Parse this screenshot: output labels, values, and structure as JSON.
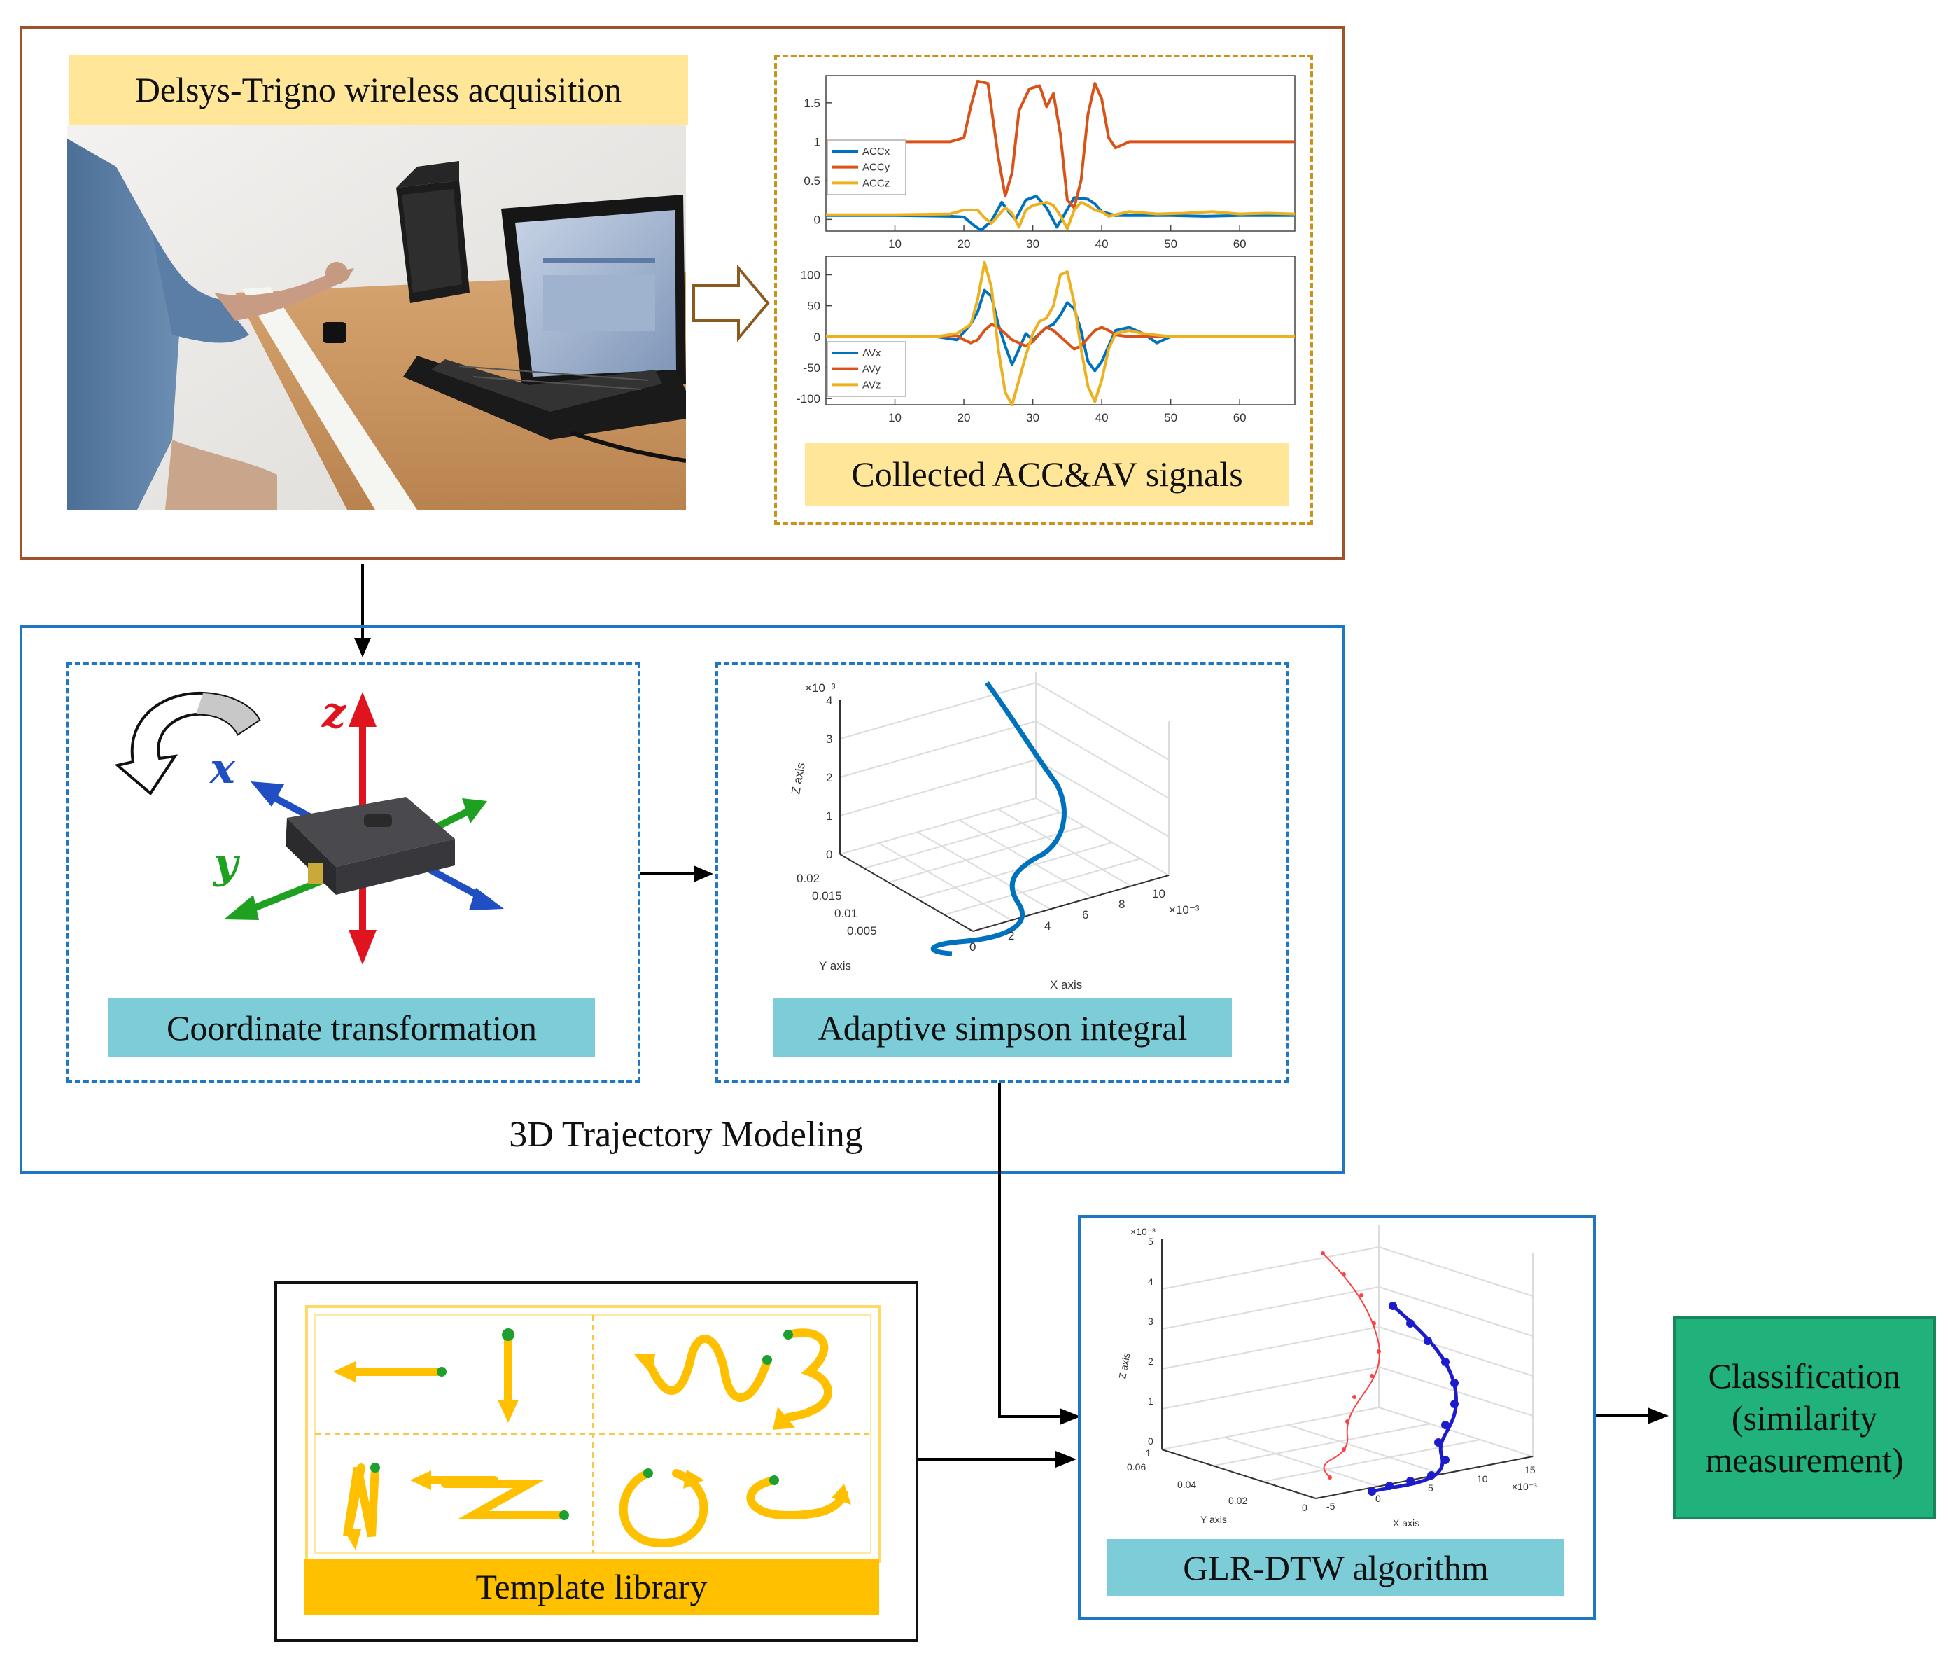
{
  "acquisition": {
    "title": "Delsys-Trigno wireless acquisition",
    "signals_label": "Collected ACC&AV signals"
  },
  "modeling": {
    "title": "3D Trajectory Modeling",
    "coord_label": "Coordinate transformation",
    "simpson_label": "Adaptive simpson integral",
    "axes": {
      "z": "z",
      "x": "x",
      "y": "y"
    }
  },
  "template": {
    "label": "Template library"
  },
  "glr": {
    "label": "GLR-DTW algorithm"
  },
  "classification": {
    "text": "Classification (similarity measurement)",
    "line1": "Classification",
    "line2": "(similarity",
    "line3": "measurement)"
  },
  "plot3d": {
    "zaxis": "Z axis",
    "yaxis": "Y axis",
    "xaxis": "X axis",
    "exp": "×10⁻³",
    "zticks": [
      "4",
      "3",
      "2",
      "1",
      "0"
    ],
    "yticks": [
      "0.02",
      "0.015",
      "0.01",
      "0.005"
    ],
    "xticks": [
      "0",
      "2",
      "4",
      "6",
      "8",
      "10"
    ]
  },
  "plot3d_small": {
    "zaxis": "Z axis",
    "yaxis": "Y axis",
    "xaxis": "X axis",
    "exp": "×10⁻³",
    "zticks": [
      "5",
      "4",
      "3",
      "2",
      "1",
      "0",
      "-1"
    ],
    "yticks": [
      "0.06",
      "0.04",
      "0.02",
      "0"
    ],
    "xticks": [
      "-5",
      "0",
      "5",
      "10",
      "15"
    ]
  },
  "chart_data": [
    {
      "type": "line",
      "xticks": [
        "10",
        "20",
        "30",
        "40",
        "50",
        "60"
      ],
      "yticks": [
        "1.5",
        "1",
        "0.5",
        "0"
      ],
      "xlim": [
        0,
        68
      ],
      "ylim": [
        -0.15,
        1.85
      ],
      "series": [
        {
          "name": "ACCx",
          "color": "#0072bd",
          "x": [
            0,
            10,
            18,
            20,
            21.5,
            22.5,
            24,
            25.5,
            26.5,
            27.5,
            29,
            30.5,
            32,
            33.5,
            34.5,
            36,
            37,
            38,
            39,
            40,
            42,
            46,
            50,
            55,
            60,
            68
          ],
          "y": [
            0.05,
            0.05,
            0.04,
            0.03,
            -0.08,
            -0.14,
            -0.02,
            0.22,
            0.1,
            0.0,
            0.25,
            0.3,
            0.15,
            -0.1,
            0.05,
            0.28,
            0.27,
            0.26,
            0.2,
            0.1,
            0.05,
            0.05,
            0.05,
            0.04,
            0.05,
            0.05
          ]
        },
        {
          "name": "ACCy",
          "color": "#d95319",
          "x": [
            0,
            10,
            18,
            20,
            21,
            22,
            23.5,
            25,
            26,
            27,
            28,
            29.5,
            31,
            32,
            33,
            34,
            35,
            36,
            37,
            38,
            39,
            40,
            41,
            42,
            44,
            50,
            60,
            68
          ],
          "y": [
            1.0,
            1.0,
            1.0,
            1.05,
            1.45,
            1.78,
            1.75,
            0.8,
            0.3,
            0.6,
            1.4,
            1.68,
            1.72,
            1.45,
            1.62,
            1.1,
            0.25,
            0.15,
            0.5,
            1.35,
            1.75,
            1.55,
            1.05,
            0.92,
            1.0,
            1.0,
            1.0,
            1.0
          ]
        },
        {
          "name": "ACCz",
          "color": "#edb120",
          "x": [
            0,
            10,
            18,
            20,
            22,
            23,
            24,
            25,
            26,
            27,
            28,
            29,
            30,
            31,
            32,
            33,
            34,
            35,
            36,
            37,
            38,
            39,
            40,
            41,
            42,
            44,
            48,
            52,
            56,
            60,
            64,
            68
          ],
          "y": [
            0.06,
            0.06,
            0.07,
            0.12,
            0.12,
            0.02,
            -0.05,
            0.05,
            0.15,
            0.08,
            -0.1,
            0.12,
            0.18,
            0.2,
            0.22,
            0.18,
            0.05,
            -0.12,
            0.12,
            0.22,
            0.18,
            0.12,
            0.1,
            0.04,
            0.06,
            0.1,
            0.07,
            0.08,
            0.1,
            0.07,
            0.08,
            0.07
          ]
        }
      ]
    },
    {
      "type": "line",
      "xticks": [
        "10",
        "20",
        "30",
        "40",
        "50",
        "60"
      ],
      "yticks": [
        "100",
        "50",
        "0",
        "-50",
        "-100"
      ],
      "xlim": [
        0,
        68
      ],
      "ylim": [
        -110,
        130
      ],
      "series": [
        {
          "name": "AVx",
          "color": "#0072bd",
          "x": [
            0,
            10,
            16,
            19,
            21,
            22,
            23,
            24,
            25,
            26,
            27,
            28,
            29,
            30,
            31,
            32,
            33,
            34,
            35,
            36,
            37,
            38,
            39,
            40,
            41,
            42,
            44,
            46,
            48,
            50,
            55,
            60,
            68
          ],
          "y": [
            0,
            0,
            0,
            -5,
            20,
            40,
            75,
            65,
            20,
            -15,
            -45,
            -20,
            5,
            -5,
            5,
            15,
            20,
            35,
            55,
            45,
            10,
            -40,
            -55,
            -40,
            -15,
            10,
            15,
            5,
            -10,
            0,
            0,
            0,
            0
          ]
        },
        {
          "name": "AVy",
          "color": "#d95319",
          "x": [
            0,
            10,
            16,
            19,
            20,
            21,
            22,
            23,
            24,
            25,
            26,
            27,
            28,
            29,
            30,
            31,
            32,
            33,
            34,
            35,
            36,
            37,
            38,
            39,
            40,
            41,
            42,
            44,
            46,
            50,
            55,
            60,
            68
          ],
          "y": [
            0,
            0,
            0,
            2,
            -5,
            -10,
            -5,
            10,
            20,
            15,
            5,
            -5,
            -10,
            -15,
            -8,
            5,
            15,
            10,
            0,
            -10,
            -20,
            -15,
            -2,
            10,
            15,
            10,
            3,
            0,
            0,
            0,
            0,
            0,
            0
          ]
        },
        {
          "name": "AVz",
          "color": "#edb120",
          "x": [
            0,
            10,
            16,
            19,
            21,
            22,
            23,
            24,
            25,
            26,
            27,
            28,
            29,
            30,
            31,
            32,
            33,
            34,
            35,
            36,
            37,
            38,
            39,
            40,
            41,
            42,
            44,
            46,
            50,
            55,
            60,
            68
          ],
          "y": [
            0,
            0,
            0,
            5,
            20,
            60,
            120,
            80,
            -20,
            -90,
            -110,
            -70,
            -30,
            5,
            25,
            30,
            50,
            100,
            105,
            55,
            -20,
            -80,
            -105,
            -70,
            -20,
            5,
            10,
            5,
            0,
            0,
            0,
            0
          ]
        }
      ]
    }
  ]
}
